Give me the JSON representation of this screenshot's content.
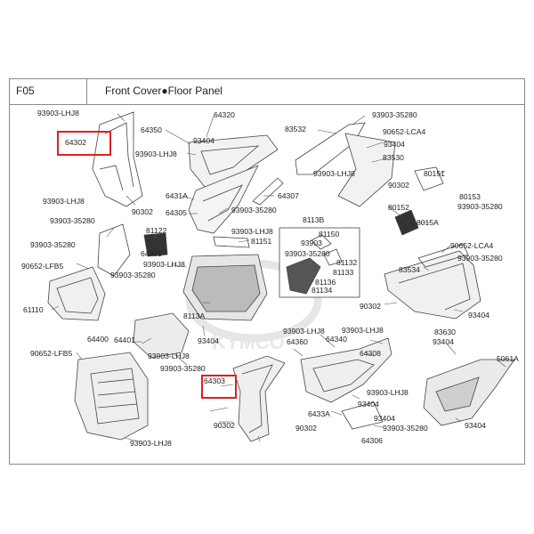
{
  "header": {
    "code": "F05",
    "title": "Front Cover●Floor Panel"
  },
  "watermark": "KYMCO",
  "colors": {
    "frame": "#8a8a8a",
    "highlight": "#e0201e",
    "line": "#444444",
    "watermark": "#e4e4e4"
  },
  "highlighted_parts": [
    "64302",
    "64303"
  ],
  "parts": {
    "p_93903_lhj8_a": "93903-LHJ8",
    "p_64350": "64350",
    "p_64320": "64320",
    "p_93404_a": "93404",
    "p_83532": "83532",
    "p_93903_35280_a": "93903-35280",
    "p_90652_lca4_a": "90652-LCA4",
    "p_93404_b": "93404",
    "p_83530": "83530",
    "p_64302": "64302",
    "p_93903_lhj8_b": "93903-LHJ8",
    "p_93903_lhj8_c": "93903-LHJ8",
    "p_80151": "80151",
    "p_90302_a": "90302",
    "p_80153": "80153",
    "p_93903_35280_b": "93903-35280",
    "p_6431a": "6431A",
    "p_64307": "64307",
    "p_93903_lhj8_d": "93903-LHJ8",
    "p_90302_b": "90302",
    "p_64305": "64305",
    "p_93903_35280_c": "93903-35280",
    "p_80152": "80152",
    "p_8015a": "8015A",
    "p_93903_35280_d": "93903-35280",
    "p_8113b": "8113B",
    "p_81150": "81150",
    "p_93903_a": "93903",
    "p_81132": "81132",
    "p_81133": "81133",
    "p_81136": "81136",
    "p_81134": "81134",
    "p_93903_35_a": "93903-35280",
    "p_81122": "81122",
    "p_93903_lhj8_e": "93903-LHJ8",
    "p_81151": "81151",
    "p_90652_lca4_b": "90652-LCA4",
    "p_93903_35280_e": "93903-35280",
    "p_64301": "64301",
    "p_93903_lhj8_f": "93903-LHJ8",
    "p_83534": "83534",
    "p_93903_35280_f": "93903-35280",
    "p_90652_lfb5_a": "90652-LFB5",
    "p_93903_35280_g": "93903-35280",
    "p_8113a": "8113A",
    "p_90302_c": "90302",
    "p_61110": "61110",
    "p_93404_c": "93404",
    "p_64400": "64400",
    "p_64401": "64401",
    "p_93903_lhj8_g": "93903-LHJ8",
    "p_64360": "64360",
    "p_64340": "64340",
    "p_93903_lhj8_h": "93903-LHJ8",
    "p_83630": "83630",
    "p_93404_d": "93404",
    "p_93404_e": "93404",
    "p_90652_lfb5_b": "90652-LFB5",
    "p_93903_lhj8_i": "93903-LHJ8",
    "p_64308": "64308",
    "p_93903_35280_h": "93903-35280",
    "p_5061a": "5061A",
    "p_64303": "64303",
    "p_93903_lhj8_j": "93903-LHJ8",
    "p_93404_f": "93404",
    "p_6433a": "6433A",
    "p_90302_d": "90302",
    "p_93404_g": "93404",
    "p_93404_h": "93404",
    "p_90302_e": "90302",
    "p_64306": "64306",
    "p_93903_35280_i": "93903-35280",
    "p_93903_lhj8_k": "93903-LHJ8"
  }
}
